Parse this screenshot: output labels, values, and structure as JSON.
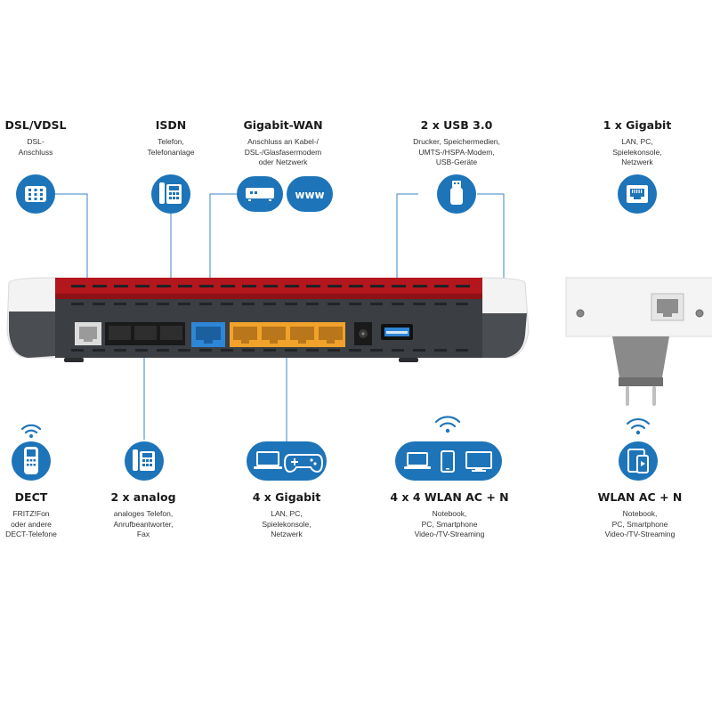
{
  "features": {
    "dsl": {
      "title": "DSL/VDSL",
      "lines": [
        "DSL-",
        "Anschluss"
      ]
    },
    "isdn": {
      "title": "ISDN",
      "lines": [
        "Telefon,",
        "Telefonanlage"
      ]
    },
    "wan": {
      "title": "Gigabit-WAN",
      "lines": [
        "Anschluss an Kabel-/",
        "DSL-/Glasfasermodem",
        "oder Netzwerk"
      ]
    },
    "usb": {
      "title": "2 x USB 3.0",
      "lines": [
        "Drucker, Speichermedien,",
        "UMTS-/HSPA-Modem,",
        "USB-Geräte"
      ]
    },
    "gigabit_rep": {
      "title": "1 x Gigabit",
      "lines": [
        "LAN, PC,",
        "Spielekonsole,",
        "Netzwerk"
      ]
    },
    "dect": {
      "title": "DECT",
      "lines": [
        "FRITZ!Fon",
        "oder andere",
        "DECT-Telefone"
      ]
    },
    "analog": {
      "title": "2 x analog",
      "lines": [
        "analoges Telefon,",
        "Anrufbeantworter,",
        "Fax"
      ]
    },
    "lan": {
      "title": "4 x Gigabit",
      "lines": [
        "LAN, PC,",
        "Spielekonsole,",
        "Netzwerk"
      ]
    },
    "wlan_router": {
      "title": "4 x 4 WLAN AC + N",
      "lines": [
        "Notebook,",
        "PC, Smartphone",
        "Video-/TV-Streaming"
      ]
    },
    "wlan_rep": {
      "title": "WLAN AC + N",
      "lines": [
        "Notebook,",
        "PC, Smartphone",
        "Video-/TV-Streaming"
      ]
    }
  },
  "icons": {
    "www_label": "www"
  },
  "colors": {
    "accent_blue": "#1d74b8",
    "router_red": "#b3161c",
    "router_body": "#3b3e42",
    "lan_orange": "#f0a22a",
    "wan_blue": "#2e86d6",
    "line_blue": "#3a84c4"
  }
}
